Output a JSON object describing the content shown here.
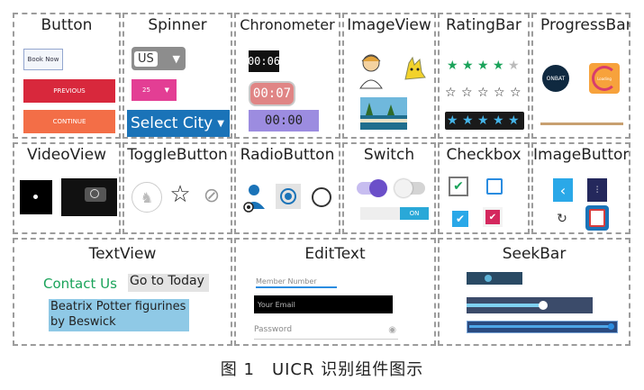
{
  "cells": {
    "button": "Button",
    "spinner": "Spinner",
    "chronometer": "Chronometer",
    "imageview": "ImageView",
    "ratingbar": "RatingBar",
    "progressbar": "ProgressBar",
    "videoview": "VideoView",
    "togglebutton": "ToggleButton",
    "radiobutton": "RadioButton",
    "switch": "Switch",
    "checkbox": "Checkbox",
    "imagebutton": "ImageButton",
    "textview": "TextView",
    "edittext": "EditText",
    "seekbar": "SeekBar"
  },
  "button": {
    "book_now": "Book Now",
    "previous": "PREVIOUS",
    "continue": "CONTINUE"
  },
  "spinner": {
    "us": "US",
    "num": "25",
    "select_city": "Select City"
  },
  "chronometer": {
    "t1": "00:06",
    "t2": "00:07",
    "t3": "00:00"
  },
  "progressbar": {
    "label1": "ONBAT",
    "label2": "Loading"
  },
  "switch": {
    "on_label": "ON"
  },
  "textview": {
    "contact": "Contact Us",
    "goto": "Go to Today",
    "beatrix": "Beatrix Potter figurines by Beswick"
  },
  "edittext": {
    "member": "Member Number",
    "email": "Your Email",
    "password": "Password"
  },
  "ratingbar": {
    "rating1": 4,
    "rating2": 0,
    "rating3": 5
  },
  "seekbar": {
    "bar1": 0.4,
    "bar2": 0.62,
    "bar3": 1.0
  },
  "caption": "图 1　UICR 识别组件图示",
  "colors": {
    "red": "#d8283c",
    "orange": "#f36e47",
    "pink": "#e33e94",
    "blue": "#1a73b8",
    "purple": "#7b6bd6",
    "green": "#1aa35a",
    "teal": "#2aa8d8"
  }
}
